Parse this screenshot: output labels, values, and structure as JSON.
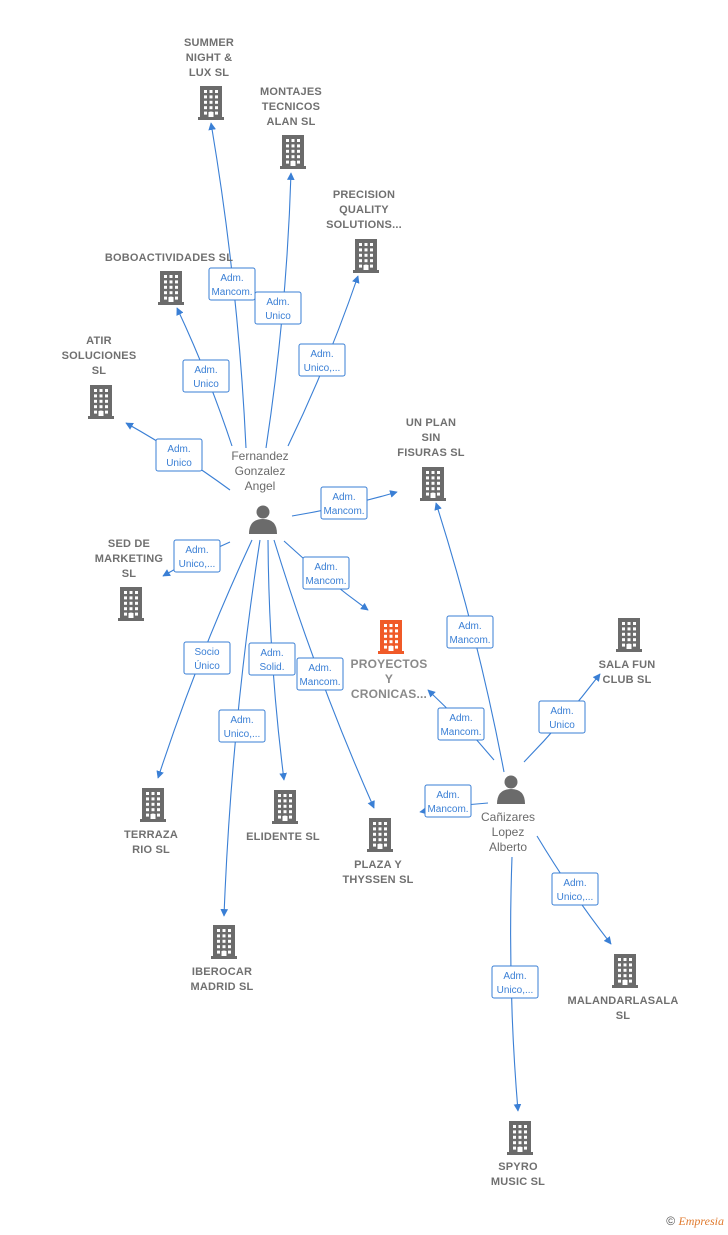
{
  "companies": [
    {
      "id": "summer",
      "lines": [
        "SUMMER",
        "NIGHT &",
        "LUX SL"
      ],
      "highlight": false
    },
    {
      "id": "montajes",
      "lines": [
        "MONTAJES",
        "TECNICOS",
        "ALAN  SL"
      ],
      "highlight": false
    },
    {
      "id": "precision",
      "lines": [
        "PRECISION",
        "QUALITY",
        "SOLUTIONS..."
      ],
      "highlight": false
    },
    {
      "id": "boboactividades",
      "lines": [
        "BOBOACTIVIDADES SL"
      ],
      "highlight": false
    },
    {
      "id": "atir",
      "lines": [
        "ATIR",
        "SOLUCIONES",
        "SL"
      ],
      "highlight": false
    },
    {
      "id": "unplan",
      "lines": [
        "UN PLAN",
        "SIN",
        "FISURAS  SL"
      ],
      "highlight": false
    },
    {
      "id": "sed",
      "lines": [
        "SED DE",
        "MARKETING",
        "SL"
      ],
      "highlight": false
    },
    {
      "id": "proyectos",
      "lines": [
        "PROYECTOS",
        "Y",
        "CRONICAS..."
      ],
      "highlight": true
    },
    {
      "id": "salafun",
      "lines": [
        "SALA FUN",
        "CLUB SL"
      ],
      "highlight": false
    },
    {
      "id": "terraza",
      "lines": [
        "TERRAZA",
        "RIO SL"
      ],
      "highlight": false
    },
    {
      "id": "elidente",
      "lines": [
        "ELIDENTE  SL"
      ],
      "highlight": false
    },
    {
      "id": "plaza",
      "lines": [
        "PLAZA Y",
        "THYSSEN  SL"
      ],
      "highlight": false
    },
    {
      "id": "iberocar",
      "lines": [
        "IBEROCAR",
        "MADRID  SL"
      ],
      "highlight": false
    },
    {
      "id": "malandarlasala",
      "lines": [
        "MALANDARLASALA",
        "SL"
      ],
      "highlight": false
    },
    {
      "id": "spyro",
      "lines": [
        "SPYRO",
        "MUSIC  SL"
      ],
      "highlight": false
    }
  ],
  "persons": [
    {
      "id": "fernandez",
      "lines": [
        "Fernandez",
        "Gonzalez",
        "Angel"
      ]
    },
    {
      "id": "canizares",
      "lines": [
        "Cañizares",
        "Lopez",
        "Alberto"
      ]
    }
  ],
  "edges": [
    {
      "from": "fernandez",
      "to": "summer",
      "label": [
        "Adm.",
        "Mancom."
      ]
    },
    {
      "from": "fernandez",
      "to": "montajes",
      "label": [
        "Adm.",
        "Unico"
      ]
    },
    {
      "from": "fernandez",
      "to": "precision",
      "label": [
        "Adm.",
        "Unico,..."
      ]
    },
    {
      "from": "fernandez",
      "to": "boboactividades",
      "label": [
        "Adm.",
        "Unico"
      ]
    },
    {
      "from": "fernandez",
      "to": "atir",
      "label": [
        "Adm.",
        "Unico"
      ]
    },
    {
      "from": "fernandez",
      "to": "unplan",
      "label": [
        "Adm.",
        "Mancom."
      ]
    },
    {
      "from": "fernandez",
      "to": "sed",
      "label": [
        "Adm.",
        "Unico,..."
      ]
    },
    {
      "from": "fernandez",
      "to": "proyectos",
      "label": [
        "Adm.",
        "Mancom."
      ]
    },
    {
      "from": "fernandez",
      "to": "terraza",
      "label": [
        "Socio",
        "Único"
      ]
    },
    {
      "from": "fernandez",
      "to": "elidente",
      "label": [
        "Adm.",
        "Solid."
      ]
    },
    {
      "from": "fernandez",
      "to": "plaza",
      "label": [
        "Adm.",
        "Mancom."
      ]
    },
    {
      "from": "fernandez",
      "to": "iberocar",
      "label": [
        "Adm.",
        "Unico,..."
      ]
    },
    {
      "from": "canizares",
      "to": "unplan",
      "label": [
        "Adm.",
        "Mancom."
      ]
    },
    {
      "from": "canizares",
      "to": "proyectos",
      "label": [
        "Adm.",
        "Mancom."
      ]
    },
    {
      "from": "canizares",
      "to": "salafun",
      "label": [
        "Adm.",
        "Unico"
      ]
    },
    {
      "from": "canizares",
      "to": "plaza",
      "label": [
        "Adm.",
        "Mancom."
      ]
    },
    {
      "from": "canizares",
      "to": "malandarlasala",
      "label": [
        "Adm.",
        "Unico,..."
      ]
    },
    {
      "from": "canizares",
      "to": "spyro",
      "label": [
        "Adm.",
        "Unico,..."
      ]
    }
  ],
  "colors": {
    "edge": "#3a7fd5",
    "building": "#6b6b6b",
    "highlight": "#f05a28",
    "person": "#6b6b6b"
  },
  "footer": {
    "copyright": "©",
    "brand": "Empresia"
  }
}
